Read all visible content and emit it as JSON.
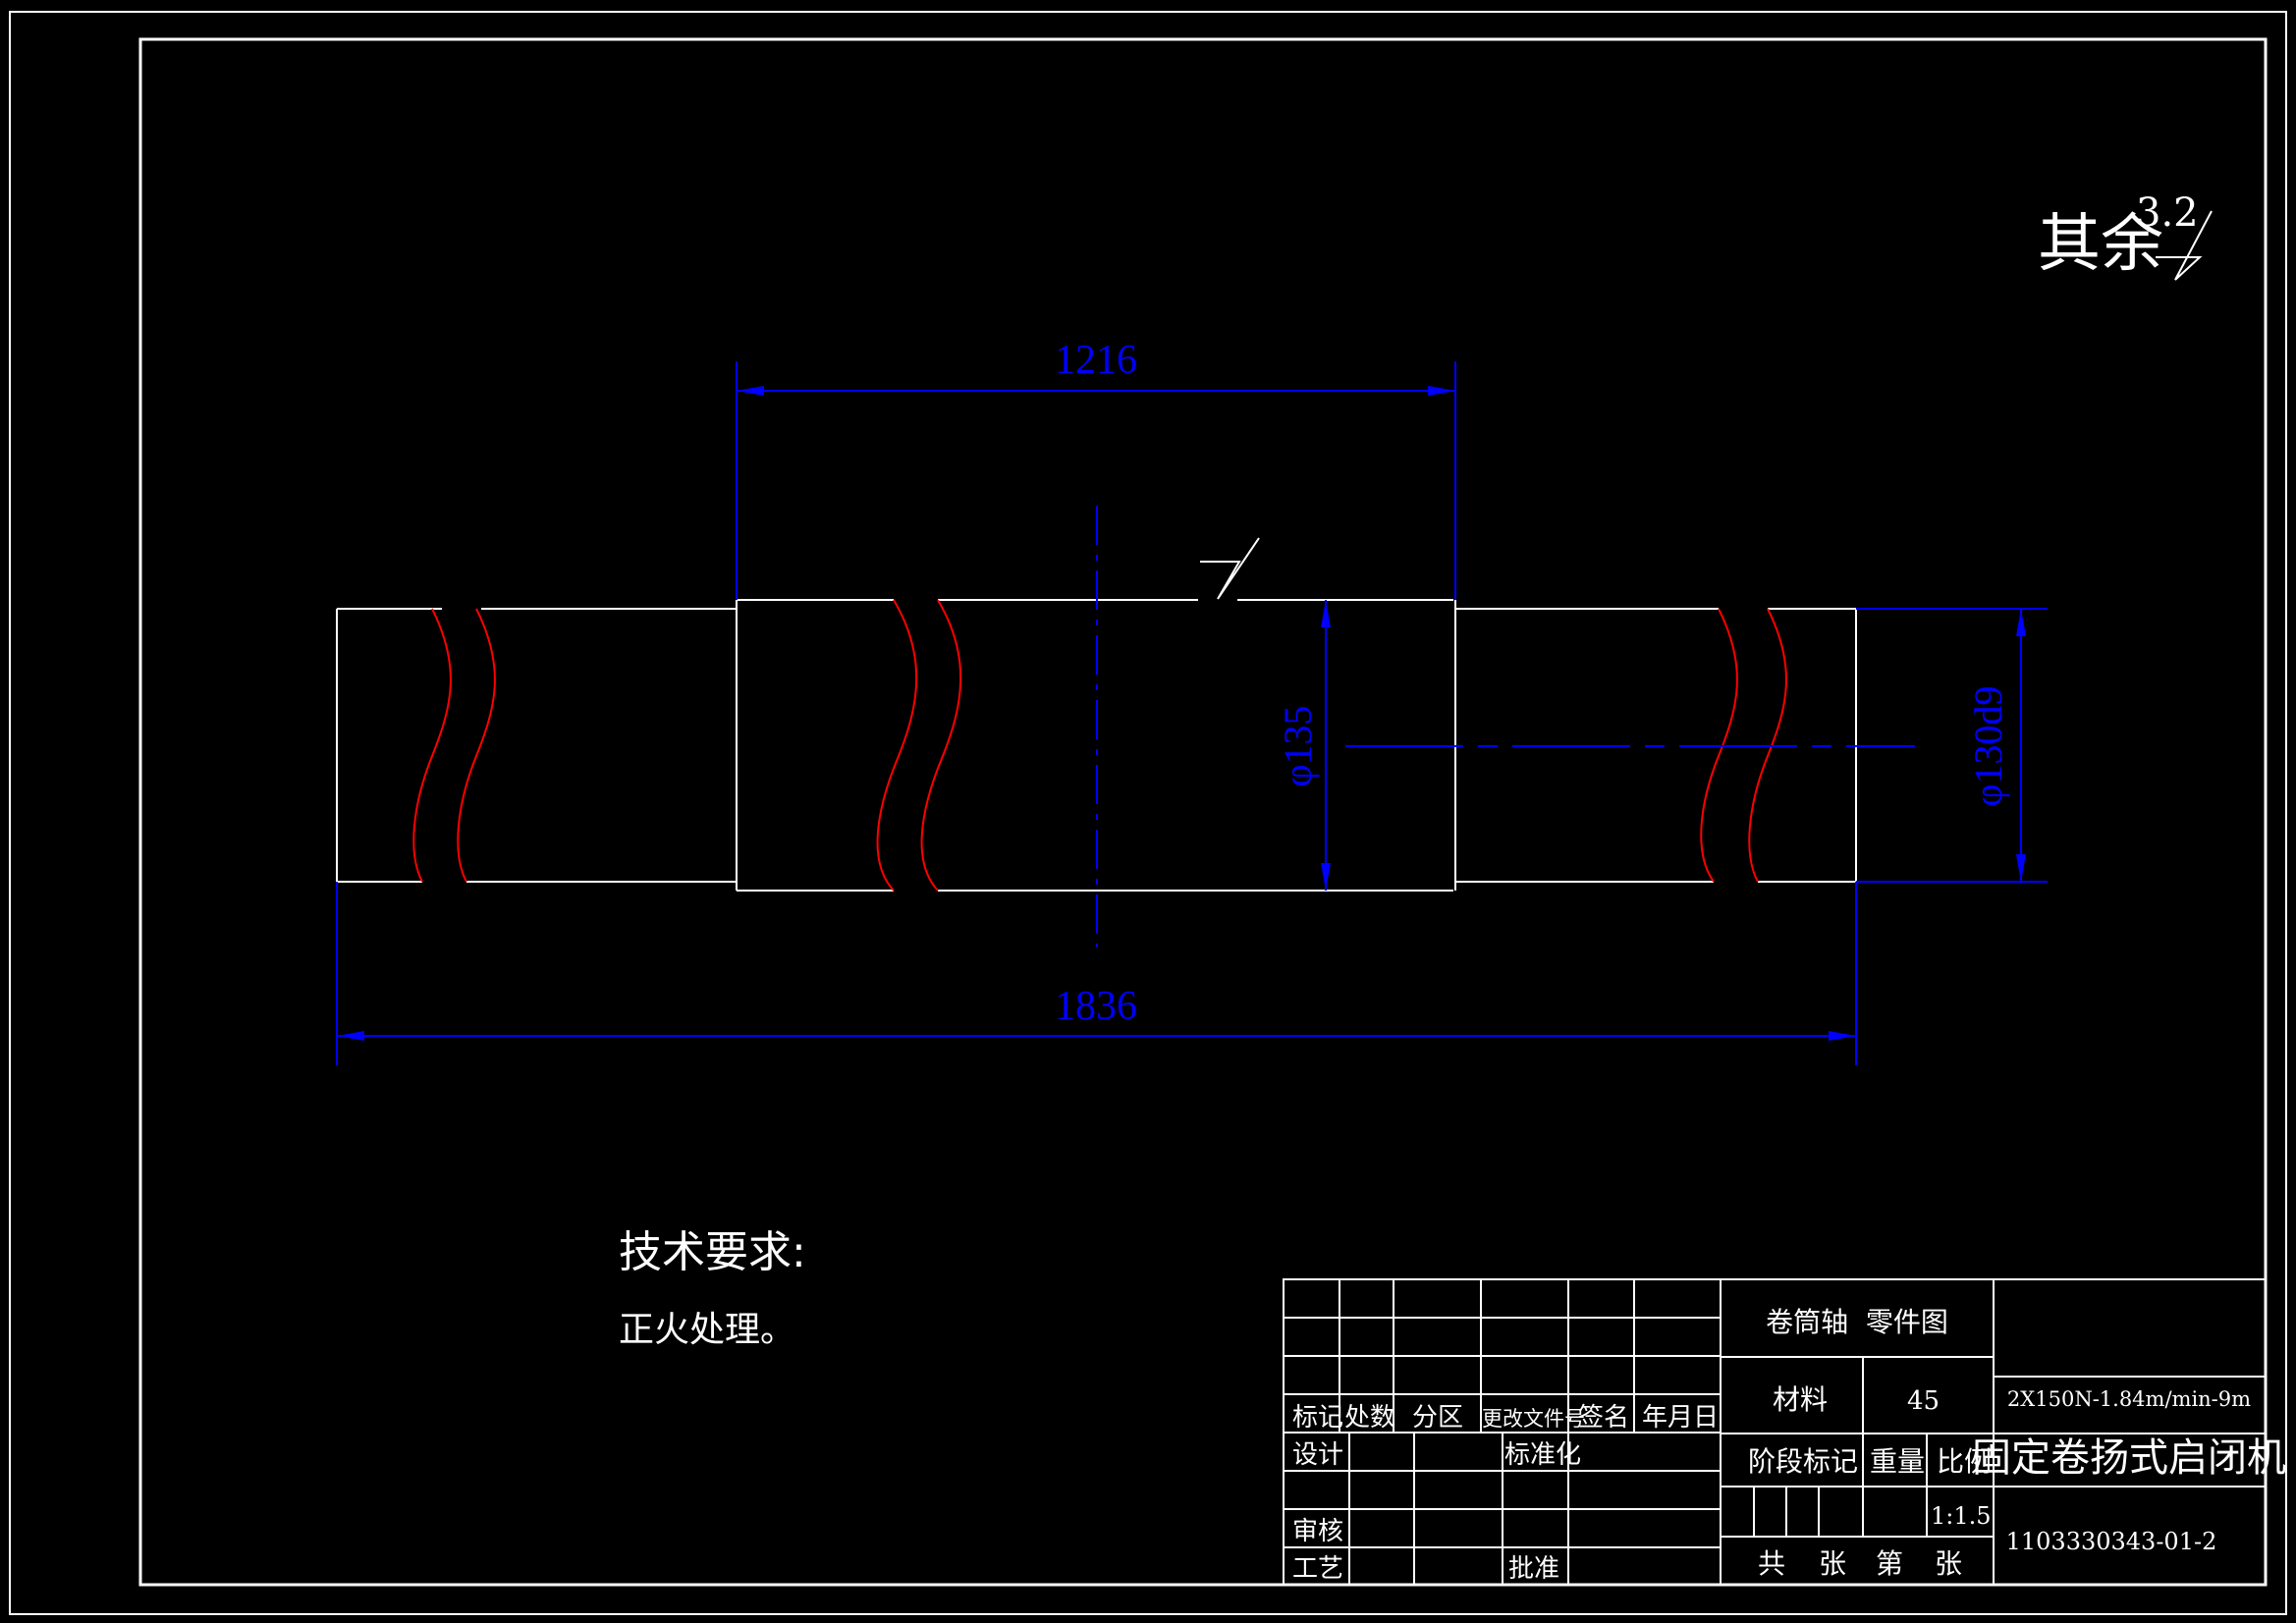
{
  "roughness": {
    "prefix": "其余",
    "value": "3.2"
  },
  "dimensions": {
    "top_length": "1216",
    "overall_length": "1836",
    "diameter_middle": "φ135",
    "diameter_end": "φ130d9"
  },
  "tech_requirements": {
    "heading": "技术要求:",
    "item": "正火处理。"
  },
  "title_block": {
    "part_name": "卷筒轴  零件图",
    "material_label": "材料",
    "material_value": "45",
    "spec": "2X150N-1.84m/min-9m",
    "product_name": "固定卷扬式启闭机",
    "stage_label": "阶段标记",
    "weight_label": "重量",
    "scale_label": "比例",
    "scale_value": "1:1.5",
    "drawing_no": "1103330343-01-2",
    "sheets": {
      "total": "共",
      "sheet_unit_1": "张",
      "index": "第",
      "sheet_unit_2": "张"
    },
    "rev_headers": {
      "mark": "标记",
      "count": "处数",
      "zone": "分区",
      "doc_no": "更改文件号",
      "sign": "签名",
      "date": "年月日"
    },
    "roles": {
      "design": "设计",
      "standard": "标准化",
      "review": "审核",
      "process": "工艺",
      "approve": "批准"
    }
  },
  "colors": {
    "background": "#000000",
    "outline": "#ffffff",
    "dimension": "#0000ff",
    "break_line": "#ff0000"
  }
}
